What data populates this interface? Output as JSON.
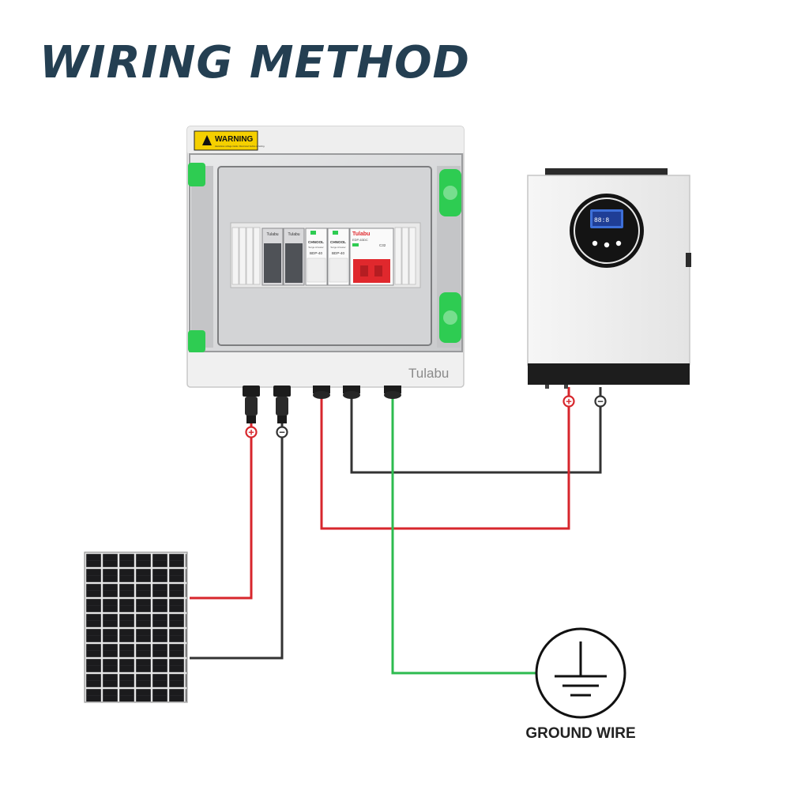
{
  "title": "WIRING METHOD",
  "colors": {
    "title": "#243f52",
    "positive_wire": "#d7262c",
    "negative_wire": "#333333",
    "ground_wire": "#2dbb4f",
    "enclosure_green": "#2ecc52",
    "warning_yellow": "#f5d000",
    "breaker_red": "#e0282d"
  },
  "combiner_box": {
    "warning_label": "WARNING",
    "warning_note": "Hazardous voltage inside. Disconnect before servicing.",
    "brand": "Tulabu",
    "devices": [
      {
        "kind": "fuse-holder",
        "brand": "Tulabu",
        "icon": "fuse"
      },
      {
        "kind": "fuse-holder",
        "brand": "Tulabu",
        "icon": "fuse"
      },
      {
        "kind": "surge-protector",
        "brand": "CHNOOL",
        "model": "BDP-40",
        "subtitle": "Surge Arrester"
      },
      {
        "kind": "surge-protector",
        "brand": "CHNOOL",
        "model": "BDP-40",
        "subtitle": "Surge Arrester"
      },
      {
        "kind": "dc-breaker",
        "brand": "Tulabu",
        "model": "EDP-63DC",
        "rating": "C32"
      }
    ]
  },
  "inverter": {
    "icon": "inverter-display"
  },
  "solar_panel": {
    "icon": "solar-panel",
    "columns": 6,
    "rows": 10
  },
  "ground": {
    "label": "GROUND WIRE",
    "icon": "earth-ground-icon"
  },
  "polarity": {
    "positive": "+",
    "negative": "−"
  }
}
